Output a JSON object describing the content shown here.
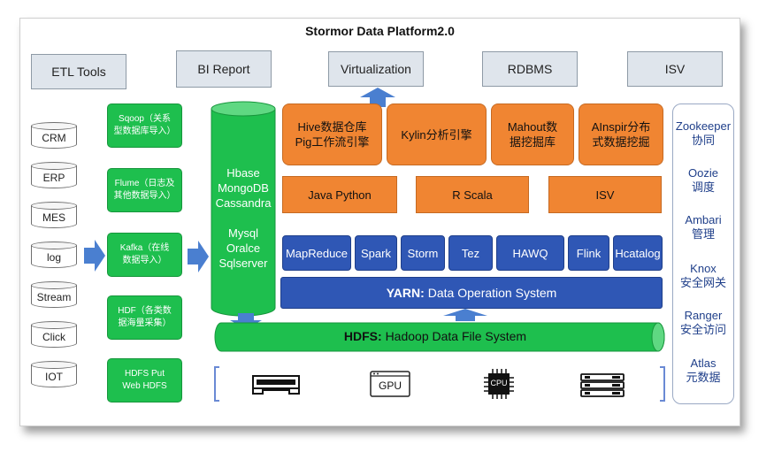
{
  "title": "Stormor Data Platform2.0",
  "top_boxes": [
    "ETL Tools",
    "BI Report",
    "Virtualization",
    "RDBMS",
    "ISV"
  ],
  "sources": [
    "CRM",
    "ERP",
    "MES",
    "log",
    "Stream",
    "Click",
    "IOT"
  ],
  "ingest": [
    [
      "Sqoop（关系",
      "型数据库导入）"
    ],
    [
      "Flume（日志及",
      "其他数据导入）"
    ],
    [
      "Kafka（在线",
      "数据导入）"
    ],
    [
      "HDF（各类数",
      "据海量采集）"
    ],
    [
      "HDFS Put",
      "Web HDFS"
    ]
  ],
  "db_cylinder": [
    "Hbase",
    "MongoDB",
    "Cassandra",
    "",
    "Mysql",
    "Oralce",
    "Sqlserver"
  ],
  "engines": [
    [
      "Hive数据仓库",
      "Pig工作流引擎"
    ],
    [
      "Kylin分析引擎"
    ],
    [
      "Mahout数",
      "据挖掘库"
    ],
    [
      "AInspir分布",
      "式数据挖掘"
    ]
  ],
  "languages": [
    "Java    Python",
    "R    Scala",
    "ISV"
  ],
  "compute": [
    "MapReduce",
    "Spark",
    "Storm",
    "Tez",
    "HAWQ",
    "Flink",
    "Hcatalog"
  ],
  "yarn": {
    "bold": "YARN:",
    "text": "Data Operation System"
  },
  "hdfs": {
    "bold": "HDFS:",
    "text": "Hadoop Data File System"
  },
  "hardware": {
    "gpu": "GPU",
    "cpu": "CPU"
  },
  "management": [
    [
      "Zookeeper",
      "协同"
    ],
    [
      "Oozie",
      "调度"
    ],
    [
      "Ambari",
      "管理"
    ],
    [
      "Knox",
      "安全网关"
    ],
    [
      "Ranger",
      "安全访问"
    ],
    [
      "Atlas",
      "元数据"
    ]
  ],
  "colors": {
    "green": "#1ebf4e",
    "orange": "#f08532",
    "blue": "#2f57b5",
    "grey": "#dfe5ec"
  }
}
